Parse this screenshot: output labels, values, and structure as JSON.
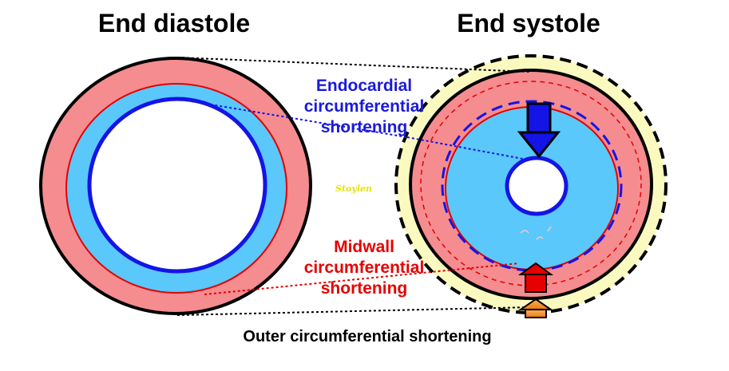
{
  "titles": {
    "left": "End diastole",
    "right": "End systole"
  },
  "labels": {
    "endocardial": [
      "Endocardial",
      "circumferential",
      "shortening"
    ],
    "midwall": [
      "Midwall",
      "circumferential",
      "shortening"
    ],
    "outer": "Outer circumferential shortening"
  },
  "watermark": "Stoylen",
  "colors": {
    "myocardium_outer": "#f48c90",
    "myocardium_inner": "#5ac8fa",
    "outer_layer": "#fafac0",
    "endocardium_line": "#1414e6",
    "midwall_line": "#e60000",
    "epicardium_line": "#000000"
  }
}
